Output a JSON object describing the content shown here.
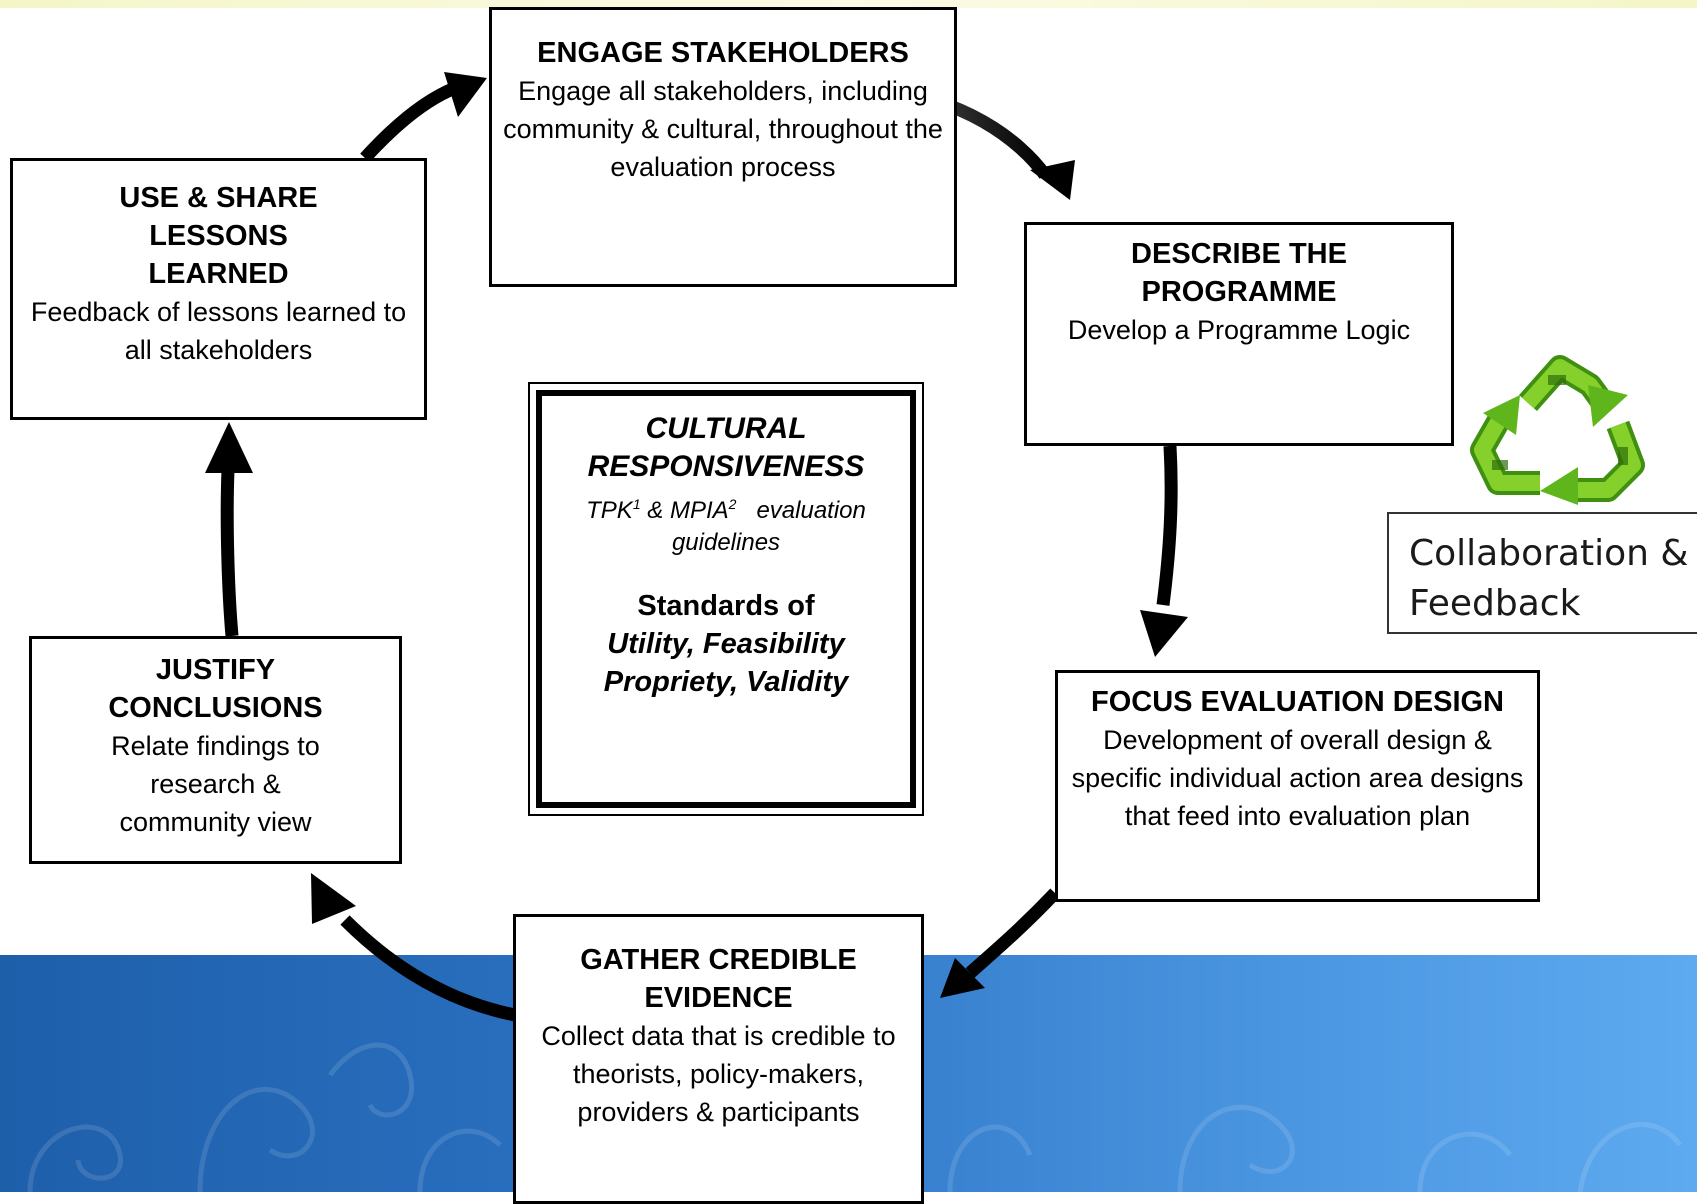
{
  "steps": {
    "engage": {
      "title": "ENGAGE STAKEHOLDERS",
      "description": "Engage all stakeholders, including community & cultural, throughout the evaluation process"
    },
    "describe": {
      "title": "DESCRIBE THE PROGRAMME",
      "description": "Develop a Programme Logic"
    },
    "focus": {
      "title": "FOCUS EVALUATION DESIGN",
      "description": "Development of overall design & specific individual action area designs that feed into evaluation plan"
    },
    "gather": {
      "title": "GATHER CREDIBLE EVIDENCE",
      "description": "Collect data that is credible to theorists, policy-makers, providers & participants"
    },
    "justify": {
      "title": "JUSTIFY CONCLUSIONS",
      "description": "Relate findings to research & community view"
    },
    "use": {
      "title": "USE & SHARE LESSONS LEARNED",
      "description": "Feedback of lessons learned to all stakeholders"
    }
  },
  "center": {
    "title": "CULTURAL RESPONSIVENESS",
    "guideline_a": "TPK",
    "guideline_a_sup": "1",
    "guideline_joiner": " & ",
    "guideline_b": "MPIA",
    "guideline_b_sup": "2",
    "guideline_suffix": "evaluation guidelines",
    "standards_title": "Standards of",
    "standards_list": "Utility, Feasibility Propriety, Validity"
  },
  "collaboration": {
    "label": "Collaboration & Feedback",
    "icon": "recycle-icon"
  },
  "colors": {
    "arrow": "#000000",
    "recycle_green": "#5fb51c",
    "band_start": "#1e5faa",
    "band_end": "#5eaaf0"
  }
}
